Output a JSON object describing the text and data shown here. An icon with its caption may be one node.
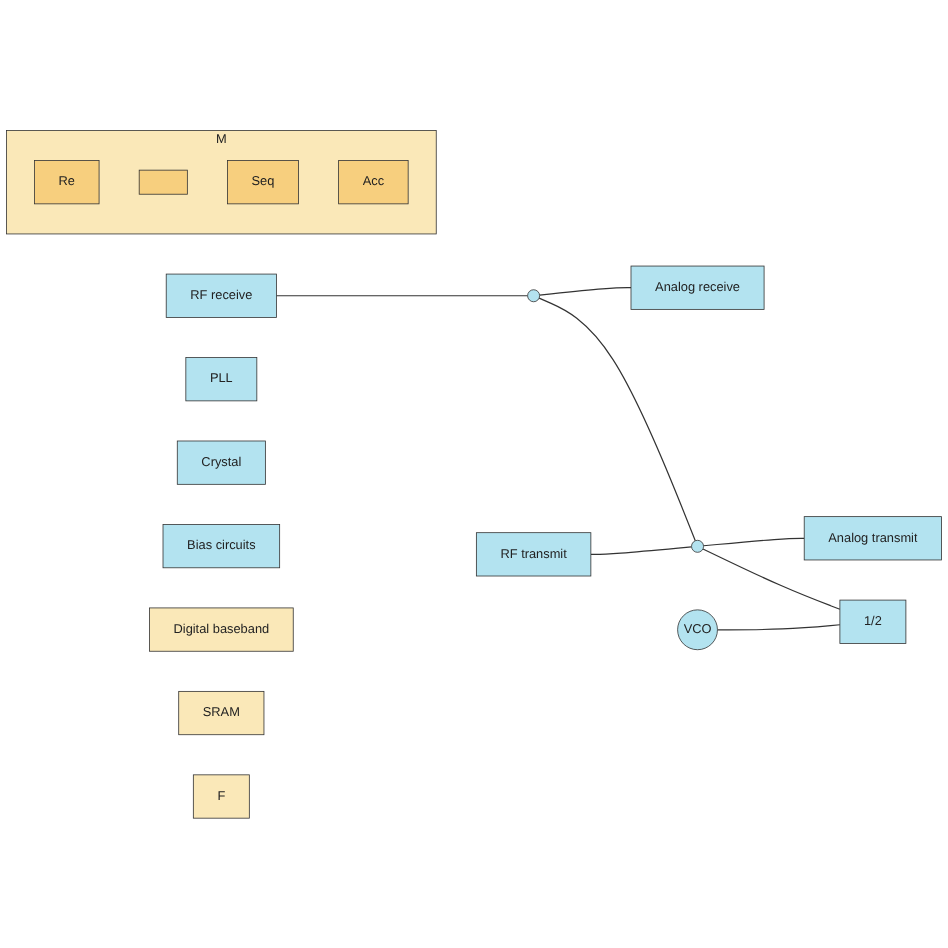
{
  "diagram": {
    "nodes": [
      {
        "text": [
          "RF receive"
        ]
      },
      {
        "text": [],
        "shape": "circle"
      },
      {
        "text": [
          "Analog receive"
        ]
      },
      {
        "text": [
          "RF transmit"
        ]
      },
      {
        "text": [],
        "shape": "circle"
      },
      {
        "text": [
          "Analog transmit"
        ]
      },
      {
        "text": [
          "VCO"
        ]
      },
      {
        "text": [
          "1/2"
        ]
      },
      {
        "text": [
          "PLL"
        ]
      },
      {
        "text": [
          "Crystal"
        ]
      },
      {
        "text": [
          "Bias circuits"
        ]
      },
      {
        "text": [
          "Digital baseband"
        ]
      },
      {
        "text": [
          "SRAM"
        ]
      },
      {
        "text": [
          "M"
        ]
      },
      {
        "text": [
          "Re"
        ],
        "in": 13
      },
      {
        "text": [],
        "shape": "box",
        "in": 13
      },
      {
        "text": [
          "Seq"
        ],
        "in": 13
      },
      {
        "text": [
          "Acc"
        ],
        "in": 13
      },
      {
        "text": [
          "F"
        ]
      }
    ],
    "edges": [
      {
        "from": 0,
        "to": 1,
        "arrow": "none"
      },
      {
        "from": 1,
        "to": 2,
        "arrow": "none"
      },
      {
        "from": 1,
        "to": 4,
        "arrow": "none"
      },
      {
        "from": 3,
        "to": 4,
        "arrow": "none"
      },
      {
        "from": 4,
        "to": 5,
        "arrow": "none"
      },
      {
        "from": 4,
        "to": 7,
        "arrow": "none"
      },
      {
        "from": 6,
        "to": 7,
        "arrow": "none"
      }
    ]
  }
}
